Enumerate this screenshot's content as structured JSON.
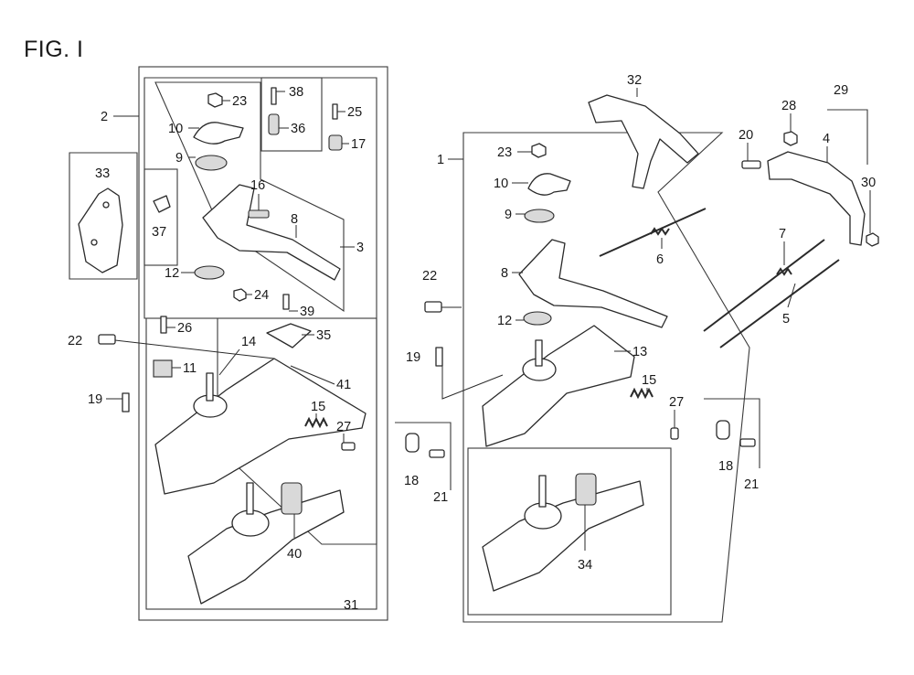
{
  "figure": {
    "title": "FIG. I"
  },
  "callouts": [
    {
      "id": "c-2",
      "text": "2"
    },
    {
      "id": "c-33",
      "text": "33"
    },
    {
      "id": "c-37",
      "text": "37"
    },
    {
      "id": "c-23a",
      "text": "23"
    },
    {
      "id": "c-38",
      "text": "38"
    },
    {
      "id": "c-25",
      "text": "25"
    },
    {
      "id": "c-10a",
      "text": "10"
    },
    {
      "id": "c-36",
      "text": "36"
    },
    {
      "id": "c-17",
      "text": "17"
    },
    {
      "id": "c-9a",
      "text": "9"
    },
    {
      "id": "c-16",
      "text": "16"
    },
    {
      "id": "c-8a",
      "text": "8"
    },
    {
      "id": "c-3",
      "text": "3"
    },
    {
      "id": "c-12a",
      "text": "12"
    },
    {
      "id": "c-24",
      "text": "24"
    },
    {
      "id": "c-39",
      "text": "39"
    },
    {
      "id": "c-26",
      "text": "26"
    },
    {
      "id": "c-35",
      "text": "35"
    },
    {
      "id": "c-22a",
      "text": "22"
    },
    {
      "id": "c-14",
      "text": "14"
    },
    {
      "id": "c-11",
      "text": "11"
    },
    {
      "id": "c-41",
      "text": "41"
    },
    {
      "id": "c-19a",
      "text": "19"
    },
    {
      "id": "c-15a",
      "text": "15"
    },
    {
      "id": "c-27a",
      "text": "27"
    },
    {
      "id": "c-40",
      "text": "40"
    },
    {
      "id": "c-31",
      "text": "31"
    },
    {
      "id": "c-1",
      "text": "1"
    },
    {
      "id": "c-23b",
      "text": "23"
    },
    {
      "id": "c-10b",
      "text": "10"
    },
    {
      "id": "c-9b",
      "text": "9"
    },
    {
      "id": "c-8b",
      "text": "8"
    },
    {
      "id": "c-22b",
      "text": "22"
    },
    {
      "id": "c-12b",
      "text": "12"
    },
    {
      "id": "c-19b",
      "text": "19"
    },
    {
      "id": "c-13",
      "text": "13"
    },
    {
      "id": "c-15b",
      "text": "15"
    },
    {
      "id": "c-27b",
      "text": "27"
    },
    {
      "id": "c-18a",
      "text": "18"
    },
    {
      "id": "c-21a",
      "text": "21"
    },
    {
      "id": "c-34",
      "text": "34"
    },
    {
      "id": "c-32",
      "text": "32"
    },
    {
      "id": "c-6",
      "text": "6"
    },
    {
      "id": "c-28",
      "text": "28"
    },
    {
      "id": "c-29",
      "text": "29"
    },
    {
      "id": "c-20",
      "text": "20"
    },
    {
      "id": "c-4",
      "text": "4"
    },
    {
      "id": "c-30",
      "text": "30"
    },
    {
      "id": "c-7",
      "text": "7"
    },
    {
      "id": "c-5",
      "text": "5"
    },
    {
      "id": "c-18b",
      "text": "18"
    },
    {
      "id": "c-21b",
      "text": "21"
    }
  ]
}
